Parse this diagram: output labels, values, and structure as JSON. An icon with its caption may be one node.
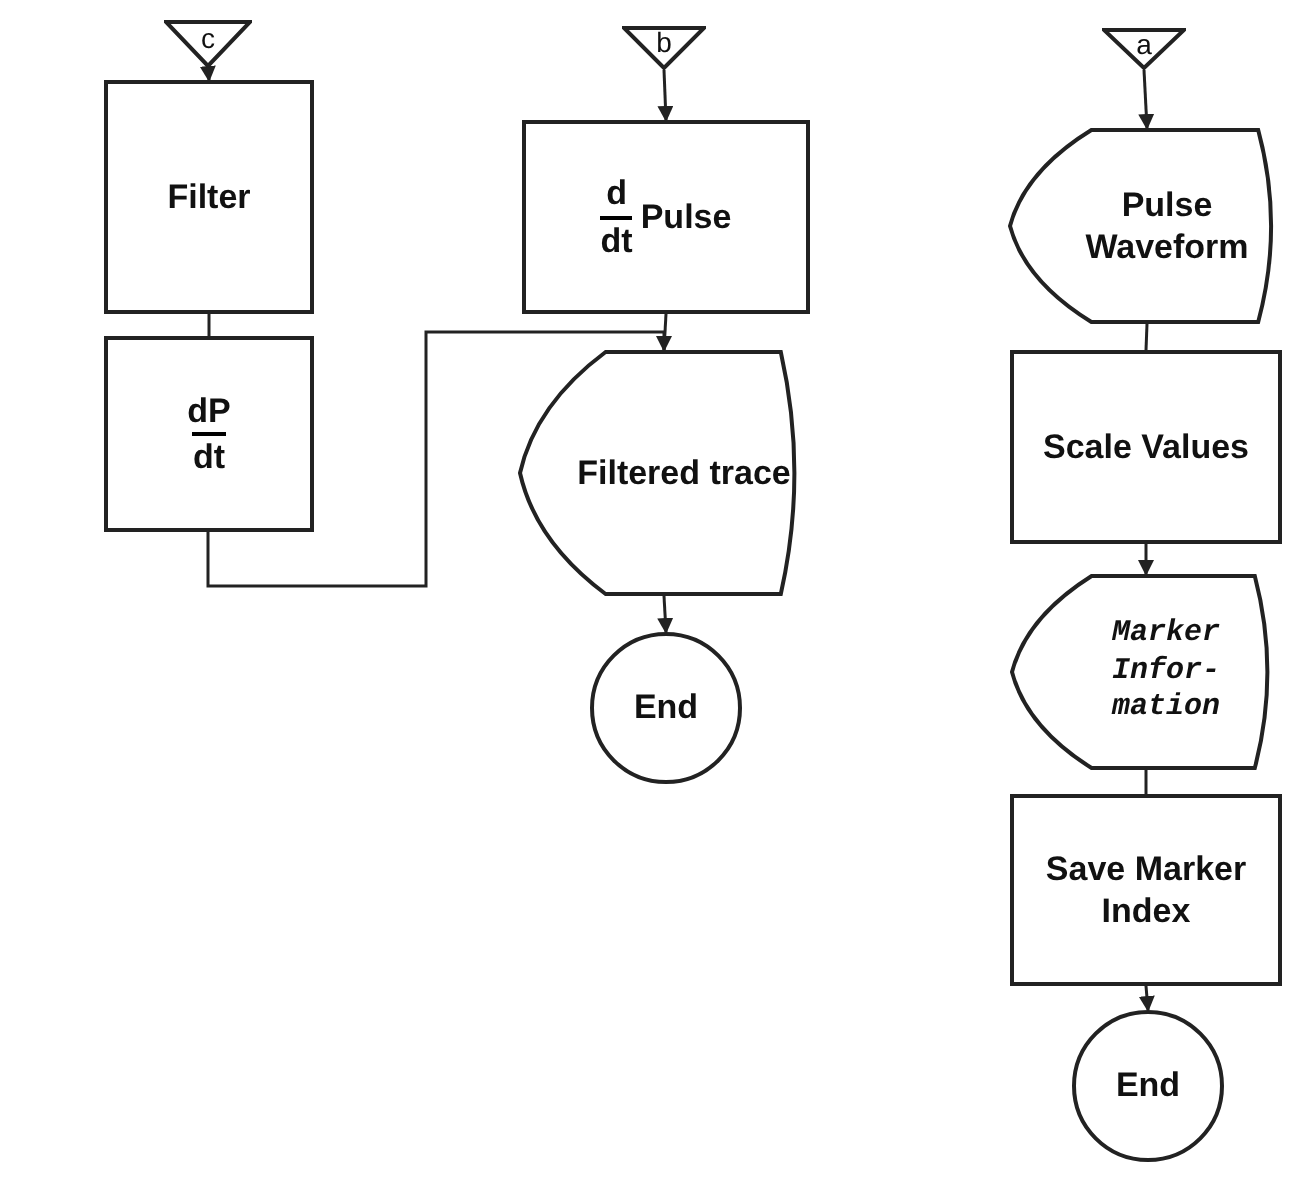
{
  "diagram": {
    "nodes": [
      {
        "text": [
          "c"
        ]
      },
      {
        "text": [
          "Filter"
        ]
      },
      {
        "text": [
          "dP",
          "dt"
        ]
      },
      {
        "text": [
          "b"
        ]
      },
      {
        "text": [
          "d",
          "dt",
          "Pulse"
        ]
      },
      {
        "text": [
          "Filtered trace"
        ]
      },
      {
        "text": [
          "End"
        ]
      },
      {
        "text": [
          "a"
        ]
      },
      {
        "text": [
          "Pulse Waveform"
        ]
      },
      {
        "text": [
          "Scale Values"
        ]
      },
      {
        "text": [
          "Marker Infor- mation"
        ]
      },
      {
        "text": [
          "Save Marker Index"
        ]
      },
      {
        "text": [
          "End"
        ]
      }
    ],
    "edges": [
      {
        "from": 0,
        "to": 1,
        "arrow": "to"
      },
      {
        "from": 1,
        "to": 2,
        "arrow": "none"
      },
      {
        "from": 2,
        "to": 5,
        "arrow": "to"
      },
      {
        "from": 3,
        "to": 4,
        "arrow": "to"
      },
      {
        "from": 4,
        "to": 5,
        "arrow": "none"
      },
      {
        "from": 5,
        "to": 6,
        "arrow": "to"
      },
      {
        "from": 7,
        "to": 8,
        "arrow": "to"
      },
      {
        "from": 8,
        "to": 9,
        "arrow": "none"
      },
      {
        "from": 9,
        "to": 10,
        "arrow": "to"
      },
      {
        "from": 10,
        "to": 11,
        "arrow": "none"
      },
      {
        "from": 11,
        "to": 12,
        "arrow": "to"
      }
    ]
  }
}
